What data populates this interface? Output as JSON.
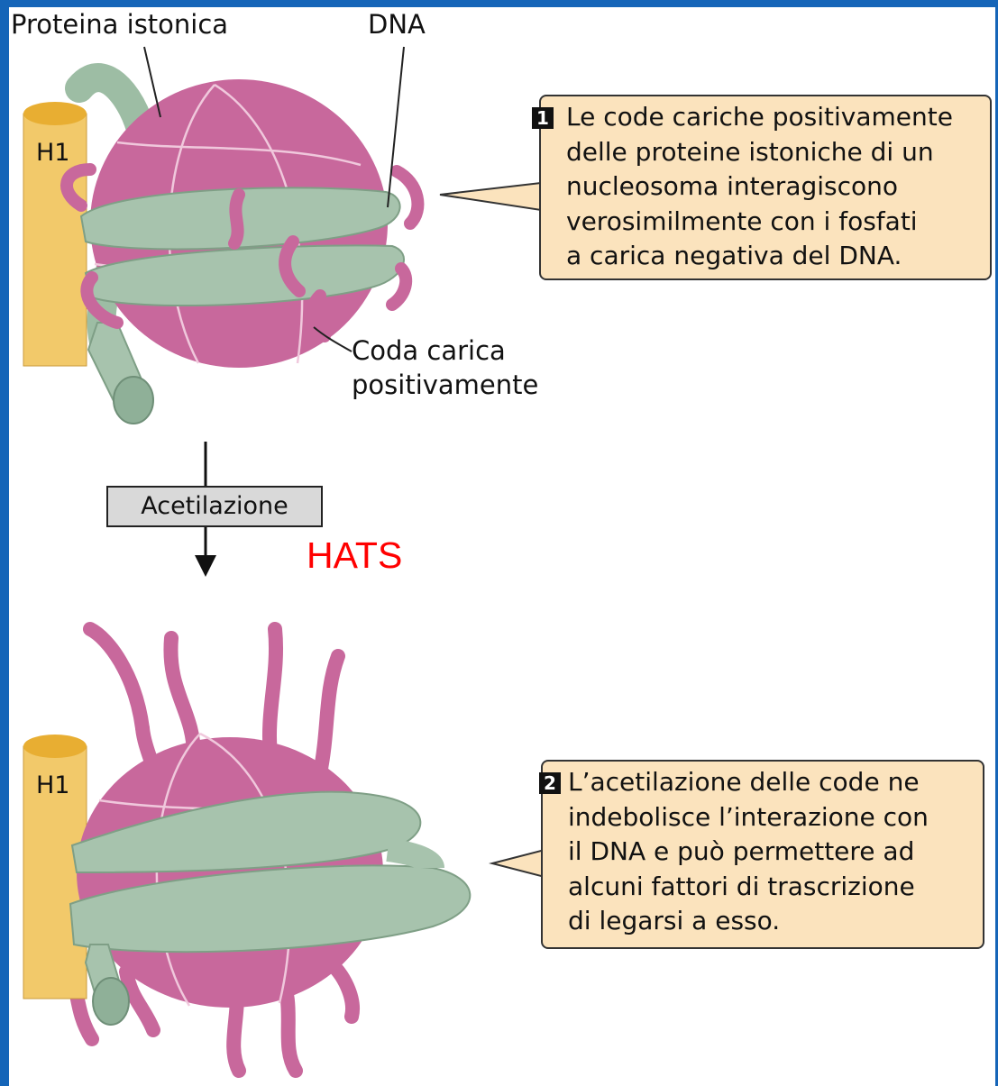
{
  "labels": {
    "histone_protein": "Proteina istonica",
    "dna": "DNA",
    "h1_top": "H1",
    "h1_bottom": "H1",
    "tail_line1": "Coda carica",
    "tail_line2": "positivamente",
    "acetylation": "Acetilazione",
    "hats": "HATS"
  },
  "step1": {
    "number": "1",
    "lines": [
      "Le code cariche positivamente",
      "delle proteine istoniche di un",
      "nucleosoma interagiscono",
      "verosimilmente con i fosfati",
      "a carica negativa del DNA."
    ]
  },
  "step2": {
    "number": "2",
    "lines": [
      "L’acetilazione delle code ne",
      "indebolisce l’interazione con",
      "il DNA e può permettere ad",
      "alcuni fattori di trascrizione",
      "di legarsi a esso."
    ]
  },
  "colors": {
    "background": "#1565b8",
    "histone": "#c8689c",
    "dna": "#a7c3ad",
    "h1": "#f2c96a",
    "callout": "#fbe3bd",
    "hats": "#ff0000"
  }
}
